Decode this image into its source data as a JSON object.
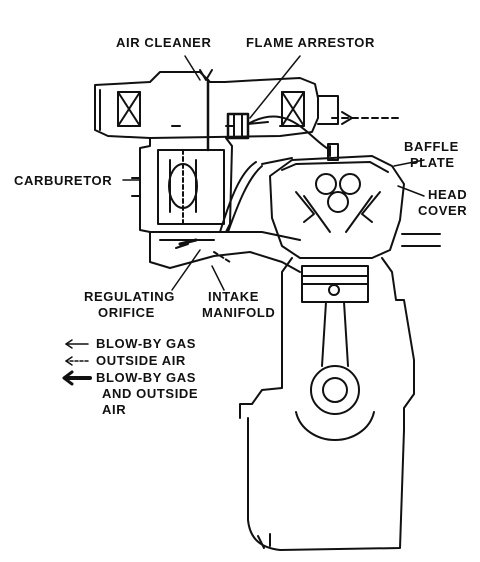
{
  "labels": {
    "air_cleaner": "AIR CLEANER",
    "flame_arrestor": "FLAME ARRESTOR",
    "baffle_plate_line1": "BAFFLE",
    "baffle_plate_line2": "PLATE",
    "head_cover_line1": "HEAD",
    "head_cover_line2": "COVER",
    "carburetor": "CARBURETOR",
    "regulating_orifice_line1": "REGULATING",
    "regulating_orifice_line2": "ORIFICE",
    "intake_manifold_line1": "INTAKE",
    "intake_manifold_line2": "MANIFOLD"
  },
  "legend": {
    "blow_by_gas": "BLOW-BY GAS",
    "outside_air": "OUTSIDE AIR",
    "combined_line1": "BLOW-BY GAS",
    "combined_line2": "AND OUTSIDE",
    "combined_line3": "AIR"
  },
  "colors": {
    "ink": "#111111",
    "paper": "#ffffff"
  }
}
